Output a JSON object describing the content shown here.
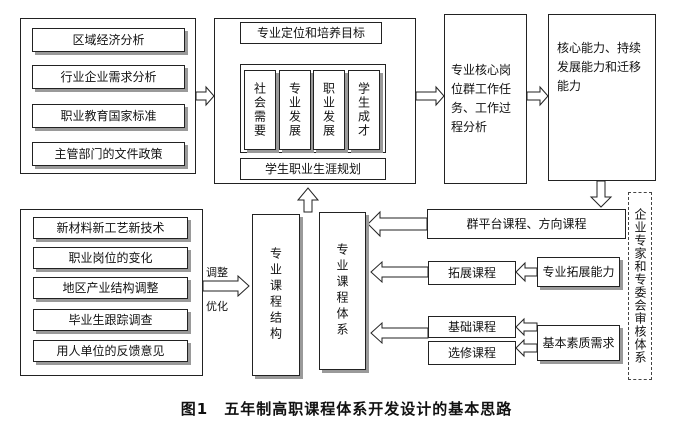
{
  "left_top": [
    "区域经济分析",
    "行业企业需求分析",
    "职业教育国家标准",
    "主管部门的文件政策"
  ],
  "center_top": {
    "title": "专业定位和培养目标",
    "columns": [
      "社会需要",
      "专业发展",
      "职业发展",
      "学生成才"
    ],
    "bottom": "学生职业生涯规划"
  },
  "core_jobs": "专业核心岗位群工作任务、工作过程分析",
  "core_ability": "核心能力、持续发展能力和迁移能力",
  "committee": "企业专家和专委会审核体系",
  "group_course": "群平台课程、方向课程",
  "left_bottom": [
    "新材料新工艺新技术",
    "职业岗位的变化",
    "地区产业结构调整",
    "毕业生跟踪调查",
    "用人单位的反馈意见"
  ],
  "adjust_labels": [
    "调整",
    "优化"
  ],
  "structure": "专业课程结构",
  "system": "专业课程体系",
  "expand_course": "拓展课程",
  "expand_ability": "专业拓展能力",
  "base_course": "基础课程",
  "elective_course": "选修课程",
  "basic_quality": "基本素质需求",
  "caption": "图1　五年制高职课程体系开发设计的基本思路"
}
